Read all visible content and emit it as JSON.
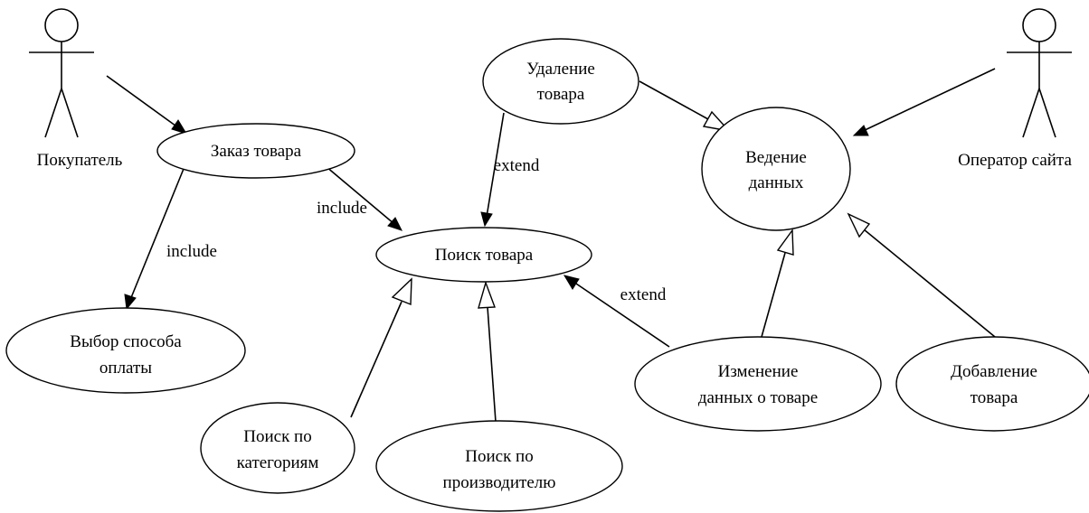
{
  "actors": {
    "customer": "Покупатель",
    "operator": "Оператор сайта"
  },
  "use_cases": {
    "order": "Заказ товара",
    "payment": [
      "Выбор способа",
      "оплаты"
    ],
    "search": "Поиск товара",
    "search_category": [
      "Поиск по",
      "категориям"
    ],
    "search_manufacturer": [
      "Поиск по",
      "производителю"
    ],
    "delete": [
      "Удаление",
      "товара"
    ],
    "data_management": [
      "Ведение",
      "данных"
    ],
    "change": [
      "Изменение",
      "данных о товаре"
    ],
    "add": [
      "Добавление",
      "товара"
    ]
  },
  "relations": {
    "order_payment": "include",
    "order_search": "include",
    "delete_search": "extend",
    "change_search": "extend"
  }
}
